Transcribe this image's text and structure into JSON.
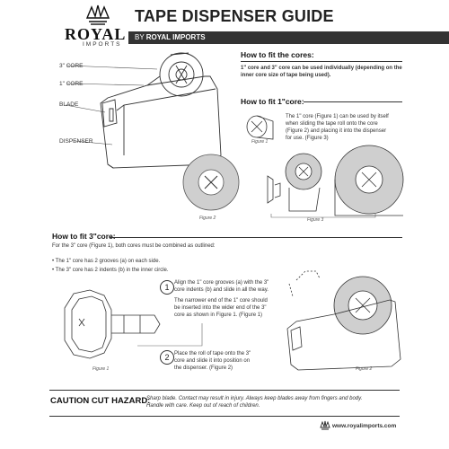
{
  "header": {
    "logo_word": "ROYAL",
    "logo_sub": "IMPORTS",
    "title": "TAPE DISPENSER GUIDE",
    "byline_prefix": "BY ",
    "byline_brand": "ROYAL IMPORTS"
  },
  "diagram_labels": {
    "core3": "3\" CORE",
    "core1": "1\" CORE",
    "blade": "BLADE",
    "dispenser": "DISPENSER"
  },
  "fit_cores": {
    "heading": "How to fit the cores:",
    "text": "1\" core and 3\" core can be used individually (depending on the inner core size of tape being used)."
  },
  "fit_1core": {
    "heading": "How to fit 1\"core:",
    "text_line1": "The 1\" core (Figure 1) can be used by itself",
    "text_line2": "when sliding the tape roll onto the core",
    "text_line3": "(Figure 2) and placing it into the dispenser",
    "text_line4": "for use. (Figure 3)",
    "fig1": "Figure 1",
    "fig2": "Figure 2",
    "fig3": "Figure 3"
  },
  "fit_3core": {
    "heading": "How to fit 3\"core:",
    "intro": "For the 3\" core (Figure 1), both cores must be combined as outlined:",
    "bullet1": "The 1\" core has 2 grooves (a) on each side.",
    "bullet2": "The 3\" core has 2 indents (b) in the inner circle.",
    "step1_num": "1",
    "step1_a": "Align the 1\" core grooves (a) with the 3\"",
    "step1_b": "core indents (b) and slide in all the way.",
    "step1_c": "The narrower end of the 1\" core should",
    "step1_d": "be inserted into the wider end of the 3\"",
    "step1_e": "core as shown in Figure 1. (Figure 1)",
    "step2_num": "2",
    "step2_a": "Place the roll of tape onto the 3\"",
    "step2_b": "core and slide it into position on",
    "step2_c": "the dispenser. (Figure 2)",
    "fig1": "Figure 1",
    "fig2": "Figure 2"
  },
  "warning": {
    "title": "CAUTION CUT HAZARD:",
    "line1": "Sharp blade. Contact may result in injury. Always keep blades away from fingers and body.",
    "line2": "Handle with care. Keep out of reach of children."
  },
  "footer": {
    "url": "www.royalimports.com"
  }
}
